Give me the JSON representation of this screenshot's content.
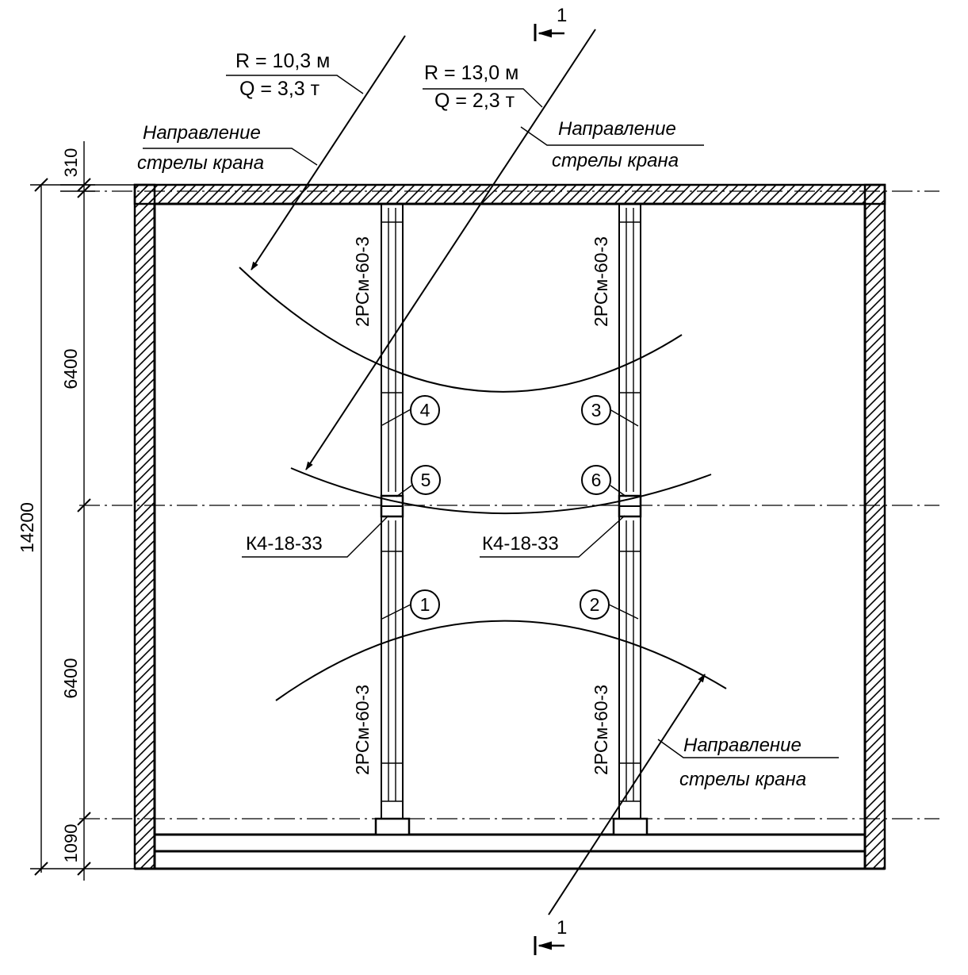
{
  "callouts": {
    "left_radius": "R = 10,3 м",
    "left_load": "Q = 3,3 т",
    "right_radius": "R = 13,0 м",
    "right_load": "Q = 2,3 т",
    "boom_dir_line1": "Направление",
    "boom_dir_line2": "стрелы крана"
  },
  "section_mark": "1",
  "dimensions": {
    "d310": "310",
    "d6400_top": "6400",
    "d14200": "14200",
    "d6400_bottom": "6400",
    "d1090": "1090"
  },
  "elements": {
    "wall_panel": "2РСм-60-3",
    "column": "К4-18-33"
  },
  "positions": [
    "1",
    "2",
    "3",
    "4",
    "5",
    "6"
  ],
  "colors": {
    "ink": "#000000",
    "paper": "#ffffff"
  }
}
